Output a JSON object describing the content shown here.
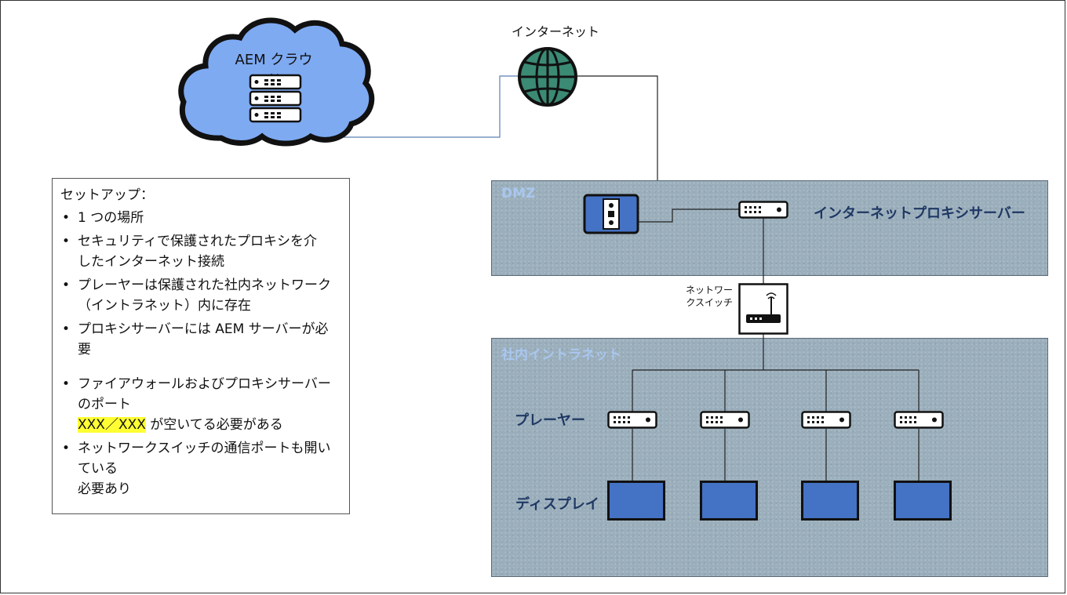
{
  "cloud": {
    "label": "AEM クラウド"
  },
  "internet": {
    "label": "インターネット"
  },
  "dmz": {
    "label": "DMZ",
    "proxy_label": "インターネットプロキシサーバー"
  },
  "switch": {
    "label_line1": "ネットワー",
    "label_line2": "クスイッチ"
  },
  "intranet": {
    "label": "社内イントラネット",
    "players_label": "プレーヤー",
    "displays_label": "ディスプレイ"
  },
  "setup": {
    "title": "セットアップ：",
    "items": [
      {
        "lines": [
          "1 つの場所"
        ]
      },
      {
        "lines": [
          "セキュリティで保護されたプロキシを介",
          "したインターネット接続"
        ]
      },
      {
        "lines": [
          "プレーヤーは保護された社内ネットワーク",
          "（イントラネット）内に存在"
        ]
      },
      {
        "lines": [
          "プロキシサーバーには AEM サーバーが必要"
        ]
      },
      {
        "lines": [
          "ファイアウォールおよびプロキシサーバーのポート"
        ],
        "highlight": "XXX／XXX",
        "after": " が空いてる必要がある"
      },
      {
        "lines": [
          "ネットワークスイッチの通信ポートも開いている",
          "必要あり"
        ]
      }
    ]
  },
  "colors": {
    "cloud_fill": "#7eaaf2",
    "zone_fill": "#9aaebb",
    "display_fill": "#4472c4",
    "globe_fill": "#3b8a74",
    "label_blue": "#1f3864",
    "zone_label": "#a9c7ef",
    "highlight": "#ffff33"
  },
  "icons": {
    "cloud": "cloud-icon",
    "server_stack": "server-stack-icon",
    "globe": "globe-icon",
    "firewall": "firewall-icon",
    "proxy": "proxy-server-icon",
    "switch": "network-switch-icon",
    "player": "player-device-icon",
    "display": "display-icon"
  }
}
